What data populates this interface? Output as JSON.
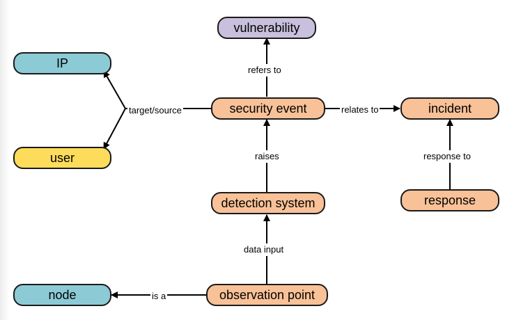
{
  "colors": {
    "concept_blue": "#8ccbd6",
    "concept_purple": "#c8c0dc",
    "concept_orange": "#f8c197",
    "concept_yellow": "#fcdc5a",
    "stroke": "#1a1a1a"
  },
  "nodes": {
    "vulnerability": "vulnerability",
    "ip": "IP",
    "security_event": "security event",
    "incident": "incident",
    "user": "user",
    "detection_system": "detection system",
    "response": "response",
    "node": "node",
    "observation_point": "observation point"
  },
  "relations": {
    "refers_to": "refers to",
    "target_source": "target/source",
    "relates_to": "relates to",
    "raises": "raises",
    "response_to": "response to",
    "data_input": "data input",
    "is_a": "is a"
  }
}
